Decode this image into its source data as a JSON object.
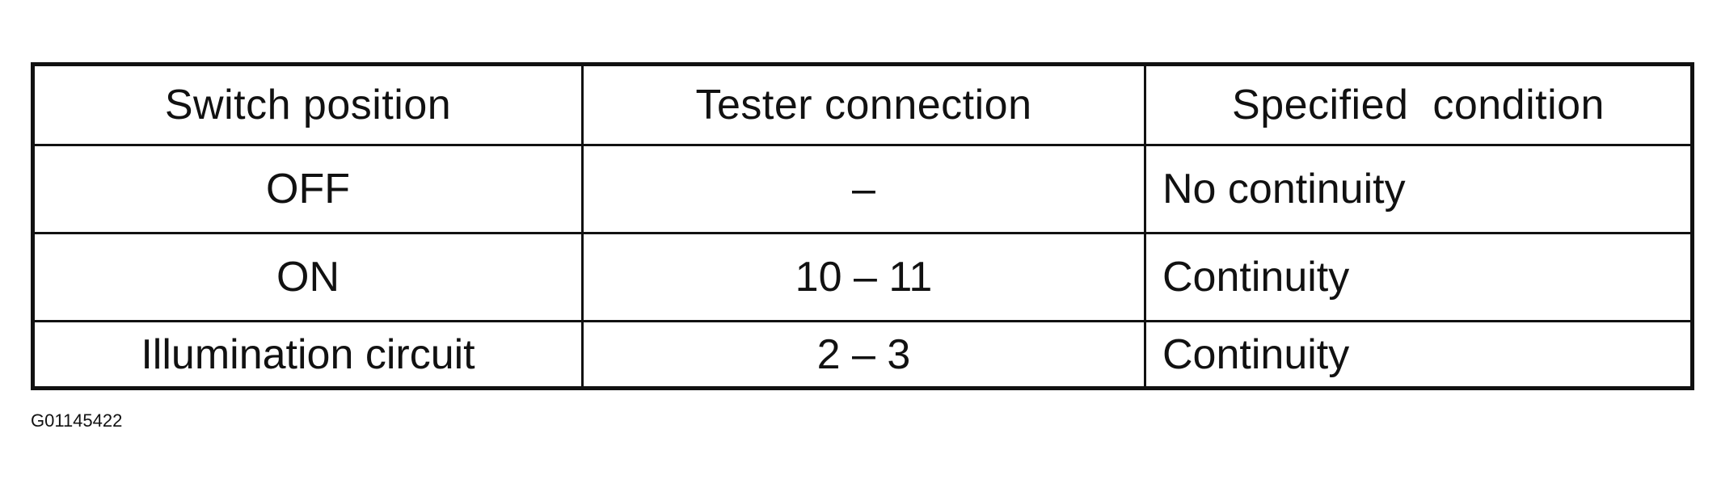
{
  "table": {
    "headers": [
      "Switch position",
      "Tester connection",
      "Specified  condition"
    ],
    "rows": [
      [
        "OFF",
        "–",
        "No continuity"
      ],
      [
        "ON",
        "10 – 11",
        "Continuity"
      ],
      [
        "Illumination circuit",
        "2 – 3",
        "Continuity"
      ]
    ]
  },
  "caption": "G01145422"
}
